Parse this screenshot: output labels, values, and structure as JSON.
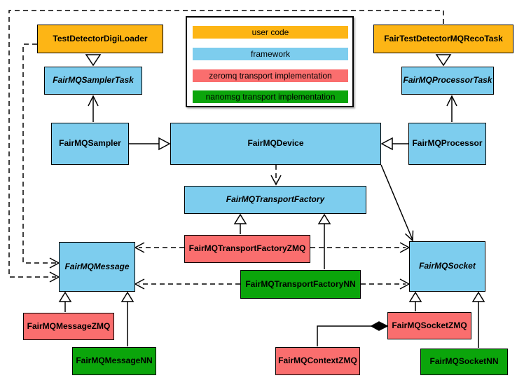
{
  "legend": {
    "items": [
      {
        "label": "user code",
        "color": "#FDB515",
        "category": "user-code"
      },
      {
        "label": "framework",
        "color": "#7DCDEE",
        "category": "framework"
      },
      {
        "label": "zeromq transport implementation",
        "color": "#FA6E6E",
        "category": "zeromq"
      },
      {
        "label": "nanomsg transport implementation",
        "color": "#0BA50B",
        "category": "nanomsg"
      }
    ]
  },
  "nodes": {
    "testDetectorDigiLoader": {
      "label": "TestDetectorDigiLoader",
      "category": "user-code"
    },
    "fairTestDetectorMQRecoTask": {
      "label": "FairTestDetectorMQRecoTask",
      "category": "user-code"
    },
    "fairMQSamplerTask": {
      "label": "FairMQSamplerTask",
      "category": "framework"
    },
    "fairMQProcessorTask": {
      "label": "FairMQProcessorTask",
      "category": "framework"
    },
    "fairMQSampler": {
      "label": "FairMQSampler",
      "category": "framework"
    },
    "fairMQDevice": {
      "label": "FairMQDevice",
      "category": "framework"
    },
    "fairMQProcessor": {
      "label": "FairMQProcessor",
      "category": "framework"
    },
    "fairMQTransportFactory": {
      "label": "FairMQTransportFactory",
      "category": "framework"
    },
    "fairMQTransportFactoryZMQ": {
      "label": "FairMQTransportFactoryZMQ",
      "category": "zeromq"
    },
    "fairMQTransportFactoryNN": {
      "label": "FairMQTransportFactoryNN",
      "category": "nanomsg"
    },
    "fairMQMessage": {
      "label": "FairMQMessage",
      "category": "framework"
    },
    "fairMQSocket": {
      "label": "FairMQSocket",
      "category": "framework"
    },
    "fairMQMessageZMQ": {
      "label": "FairMQMessageZMQ",
      "category": "zeromq"
    },
    "fairMQMessageNN": {
      "label": "FairMQMessageNN",
      "category": "nanomsg"
    },
    "fairMQSocketZMQ": {
      "label": "FairMQSocketZMQ",
      "category": "zeromq"
    },
    "fairMQSocketNN": {
      "label": "FairMQSocketNN",
      "category": "nanomsg"
    },
    "fairMQContextZMQ": {
      "label": "FairMQContextZMQ",
      "category": "zeromq"
    }
  },
  "relations": [
    {
      "from": "TestDetectorDigiLoader",
      "to": "FairMQSamplerTask",
      "type": "generalization"
    },
    {
      "from": "FairTestDetectorMQRecoTask",
      "to": "FairMQProcessorTask",
      "type": "generalization"
    },
    {
      "from": "FairMQSampler",
      "to": "FairMQSamplerTask",
      "type": "association"
    },
    {
      "from": "FairMQProcessor",
      "to": "FairMQProcessorTask",
      "type": "association"
    },
    {
      "from": "FairMQSampler",
      "to": "FairMQDevice",
      "type": "generalization"
    },
    {
      "from": "FairMQProcessor",
      "to": "FairMQDevice",
      "type": "generalization"
    },
    {
      "from": "FairMQDevice",
      "to": "FairMQTransportFactory",
      "type": "dependency"
    },
    {
      "from": "FairMQDevice",
      "to": "FairMQSocket",
      "type": "association"
    },
    {
      "from": "FairMQTransportFactoryZMQ",
      "to": "FairMQTransportFactory",
      "type": "generalization"
    },
    {
      "from": "FairMQTransportFactoryNN",
      "to": "FairMQTransportFactory",
      "type": "generalization"
    },
    {
      "from": "FairMQTransportFactoryZMQ",
      "to": "FairMQMessage",
      "type": "dependency"
    },
    {
      "from": "FairMQTransportFactoryZMQ",
      "to": "FairMQSocket",
      "type": "dependency"
    },
    {
      "from": "FairMQTransportFactoryNN",
      "to": "FairMQMessage",
      "type": "dependency"
    },
    {
      "from": "FairMQTransportFactoryNN",
      "to": "FairMQSocket",
      "type": "dependency"
    },
    {
      "from": "TestDetectorDigiLoader",
      "to": "FairMQMessage",
      "type": "dependency"
    },
    {
      "from": "FairTestDetectorMQRecoTask",
      "to": "FairMQMessage",
      "type": "dependency"
    },
    {
      "from": "FairMQMessageZMQ",
      "to": "FairMQMessage",
      "type": "generalization"
    },
    {
      "from": "FairMQMessageNN",
      "to": "FairMQMessage",
      "type": "generalization"
    },
    {
      "from": "FairMQSocketZMQ",
      "to": "FairMQSocket",
      "type": "generalization"
    },
    {
      "from": "FairMQSocketNN",
      "to": "FairMQSocket",
      "type": "generalization"
    },
    {
      "from": "FairMQContextZMQ",
      "to": "FairMQSocketZMQ",
      "type": "composition"
    }
  ]
}
